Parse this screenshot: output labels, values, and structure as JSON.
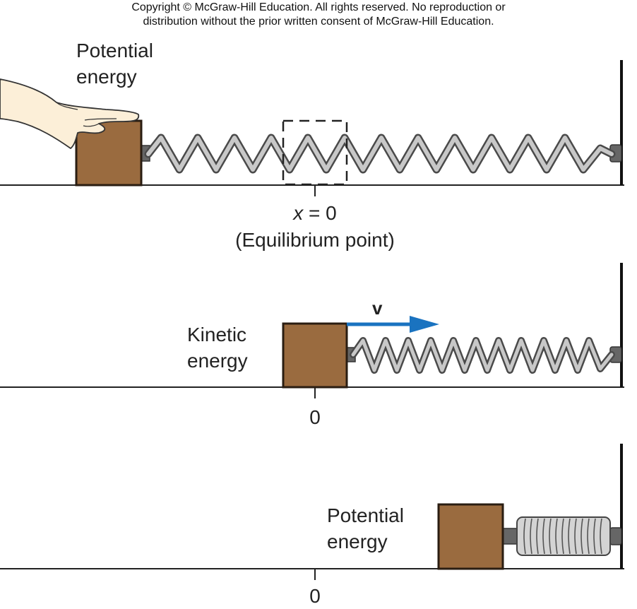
{
  "copyright": {
    "line1": "Copyright © McGraw-Hill Education.  All rights reserved. No reproduction or",
    "line2": "distribution without the prior written consent of McGraw-Hill Education."
  },
  "panel1": {
    "label_line1": "Potential",
    "label_line2": "energy",
    "position_var": "x",
    "position_eq": " = 0",
    "equilibrium_caption": "(Equilibrium point)"
  },
  "panel2": {
    "label_line1": "Kinetic",
    "label_line2": "energy",
    "velocity_symbol": "v",
    "origin_label": "0"
  },
  "panel3": {
    "label_line1": "Potential",
    "label_line2": "energy",
    "origin_label": "0"
  },
  "colors": {
    "block": "#9a6b3f",
    "block_border": "#2a1d12",
    "spring_dark": "#555555",
    "spring_light": "#c8c8c8",
    "arrow": "#1a73c0",
    "skin": "#fcefd8"
  }
}
